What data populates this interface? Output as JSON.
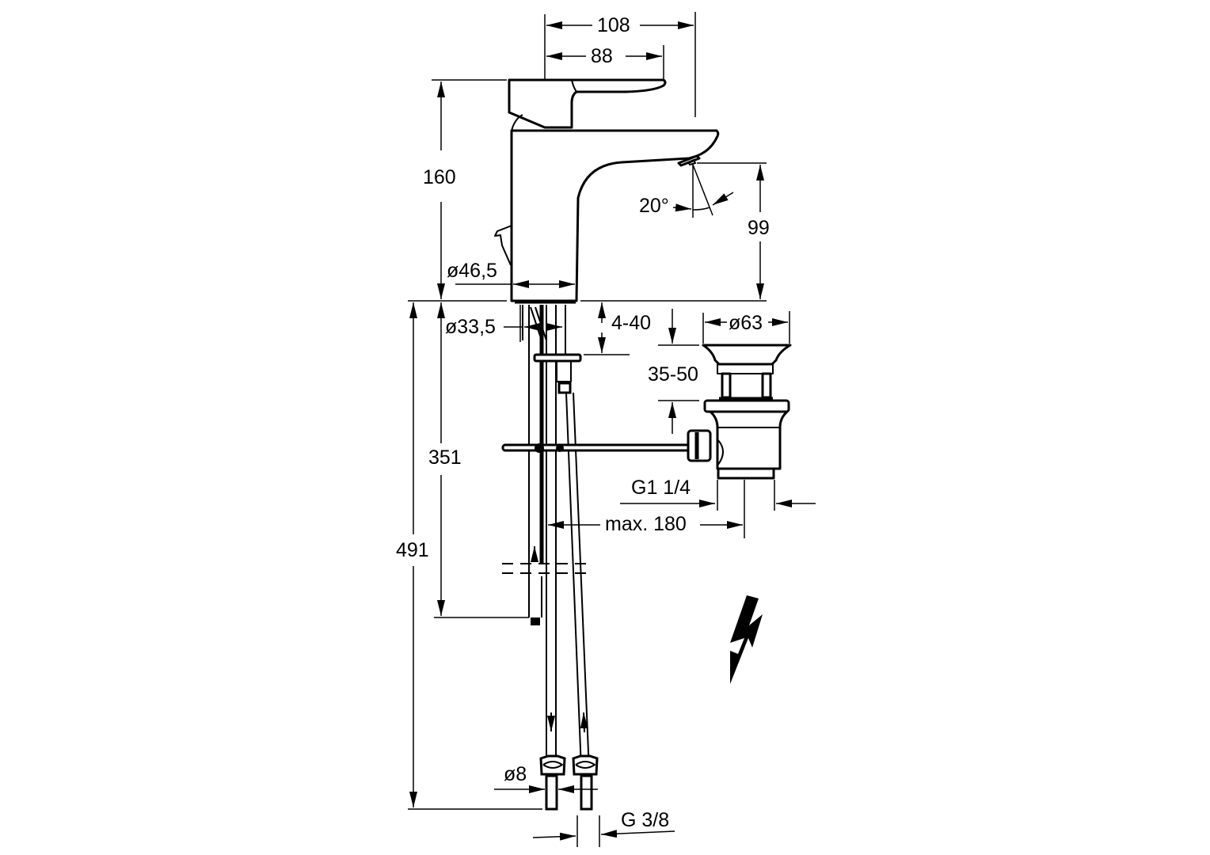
{
  "drawing": {
    "subject": "Single-lever basin mixer with pop-up waste",
    "units": "mm",
    "dimensions": {
      "overall_depth": "108",
      "lever_depth": "88",
      "height_to_top": "160",
      "spout_height": "99",
      "spout_angle": "20°",
      "body_diameter": "ø46,5",
      "shank_diameter": "ø33,5",
      "deck_thickness": "4-40",
      "waste_diameter": "ø63",
      "waste_range": "35-50",
      "waste_thread": "G1 1/4",
      "rod_max_distance": "max. 180",
      "shank_length": "351",
      "hose_length": "491",
      "hose_diameter": "ø8",
      "connection_thread": "G 3/8"
    },
    "symbols": {
      "electrical_warning": "lightning-bolt-icon"
    },
    "colors": {
      "line": "#000000",
      "background": "#ffffff"
    }
  }
}
